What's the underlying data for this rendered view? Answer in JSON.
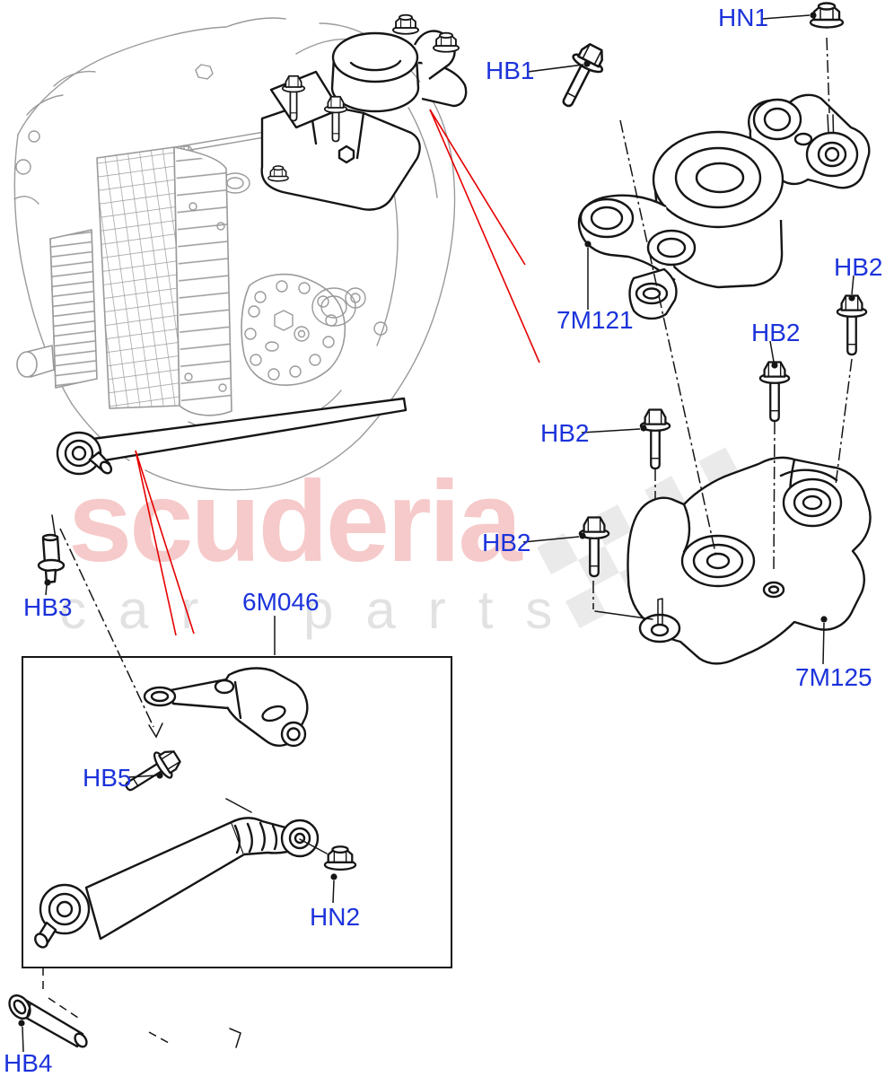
{
  "page": {
    "kind": "exploded-parts-diagram",
    "subject": "transmission mounting"
  },
  "watermark": {
    "brand": "scuderia",
    "subtitle": "car parts"
  },
  "colors": {
    "callout_blue": "#1c33db",
    "leader_black": "#151515",
    "pointer_red": "#e60000",
    "watermark_pink": "#f6caca",
    "watermark_gray": "#e2e2e2",
    "flag_gray": "#d9d9d9",
    "engine_gray": "#9a9a9a"
  },
  "callouts": {
    "hn1": {
      "label": "HN1"
    },
    "hb1": {
      "label": "HB1"
    },
    "m7121": {
      "label": "7M121"
    },
    "hb2_right": {
      "label": "HB2"
    },
    "hb2_mid": {
      "label": "HB2"
    },
    "hb2_upper_left": {
      "label": "HB2"
    },
    "hb2_lower_left": {
      "label": "HB2"
    },
    "hb3": {
      "label": "HB3"
    },
    "m6046": {
      "label": "6M046"
    },
    "m7125": {
      "label": "7M125"
    },
    "hb5": {
      "label": "HB5"
    },
    "hn2": {
      "label": "HN2"
    },
    "hb4": {
      "label": "HB4"
    }
  }
}
